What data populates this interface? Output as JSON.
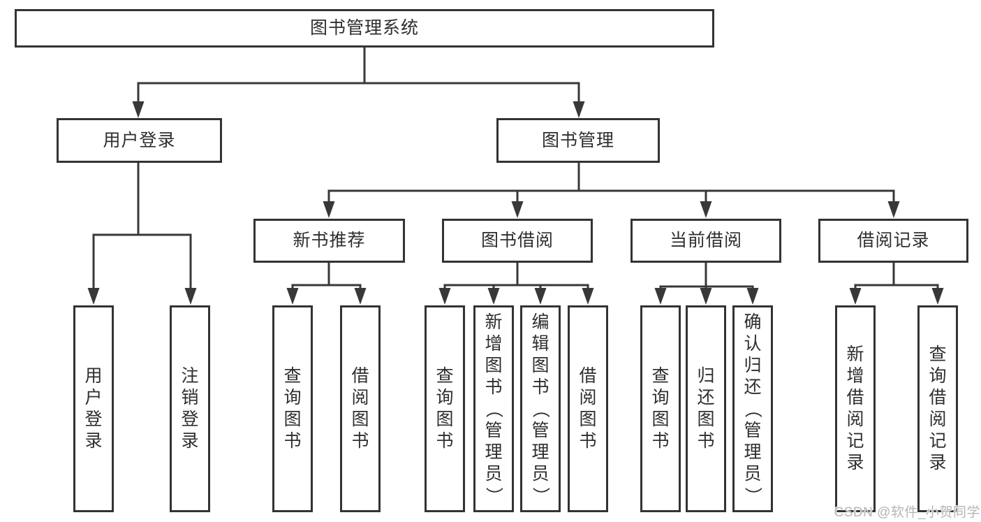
{
  "diagram": {
    "root_label": "图书管理系统",
    "branches": [
      {
        "label": "用户登录",
        "children": [
          "用户登录",
          "注销登录"
        ]
      },
      {
        "label": "图书管理",
        "groups": [
          {
            "label": "新书推荐",
            "children": [
              "查询图书",
              "借阅图书"
            ]
          },
          {
            "label": "图书借阅",
            "children": [
              "查询图书",
              "新增图书（管理员）",
              "编辑图书（管理员）",
              "借阅图书"
            ]
          },
          {
            "label": "当前借阅",
            "children": [
              "查询图书",
              "归还图书",
              "确认归还（管理员）"
            ]
          },
          {
            "label": "借阅记录",
            "children": [
              "新增借阅记录",
              "查询借阅记录"
            ]
          }
        ]
      }
    ]
  },
  "watermark": {
    "text": "CSDN @软件_小贺同学"
  },
  "colors": {
    "line": "#383838",
    "border": "#333333",
    "text": "#2e2e2e",
    "watermark": "#b5b5b5",
    "background": "#ffffff"
  }
}
